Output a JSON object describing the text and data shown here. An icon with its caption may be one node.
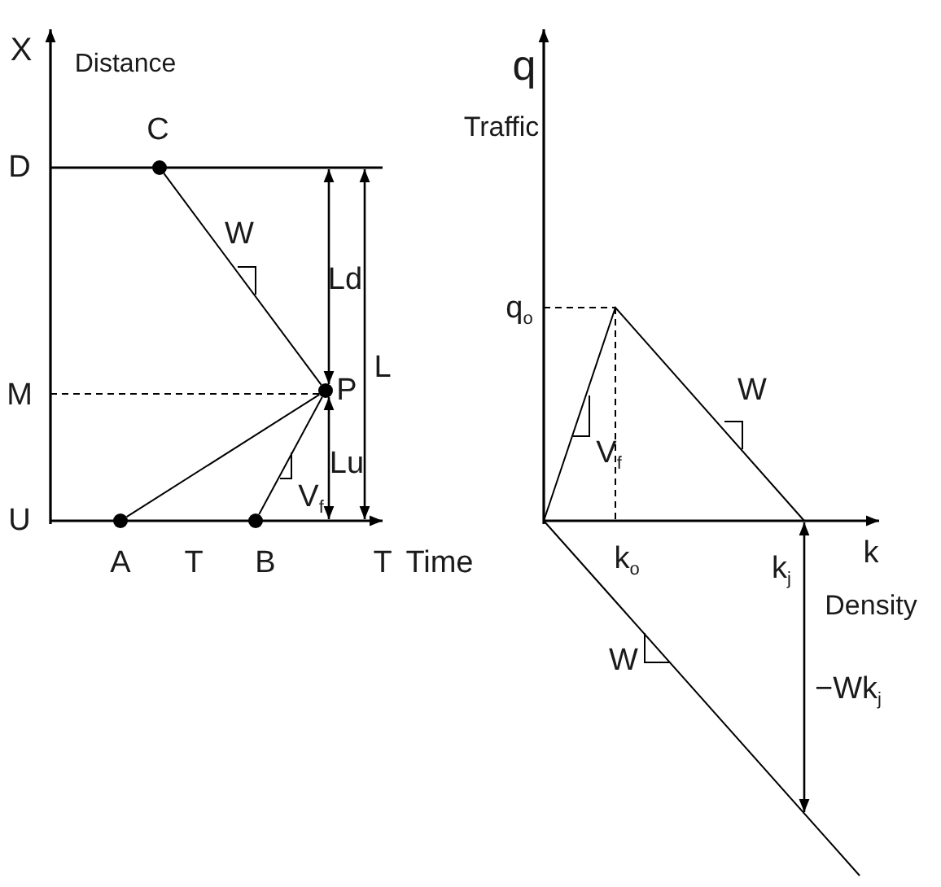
{
  "diagram": {
    "nodes": [
      {
        "text": [],
        "shape": "circle"
      },
      {
        "text": [],
        "shape": "circle"
      },
      {
        "text": [],
        "shape": "circle"
      },
      {
        "text": [],
        "shape": "circle"
      }
    ],
    "edges": [
      {
        "from": 0,
        "to": 1,
        "arrow": "none"
      },
      {
        "from": 2,
        "to": 1,
        "arrow": "none"
      },
      {
        "from": 3,
        "to": 1,
        "arrow": "none"
      }
    ],
    "labels": [
      "X",
      "Distance",
      "C",
      "D",
      "W",
      "Ld",
      "L",
      "M",
      "P",
      "Lu",
      "V$_{f}$",
      "U",
      "A",
      "T",
      "B",
      "T",
      "Time",
      "q",
      "Traffic",
      "q$_{o}$",
      "W",
      "V$_{f}$",
      "k$_{o}$",
      "k",
      "k$_{j}$",
      "Density",
      "W",
      "−Wk$_{j}$"
    ]
  }
}
